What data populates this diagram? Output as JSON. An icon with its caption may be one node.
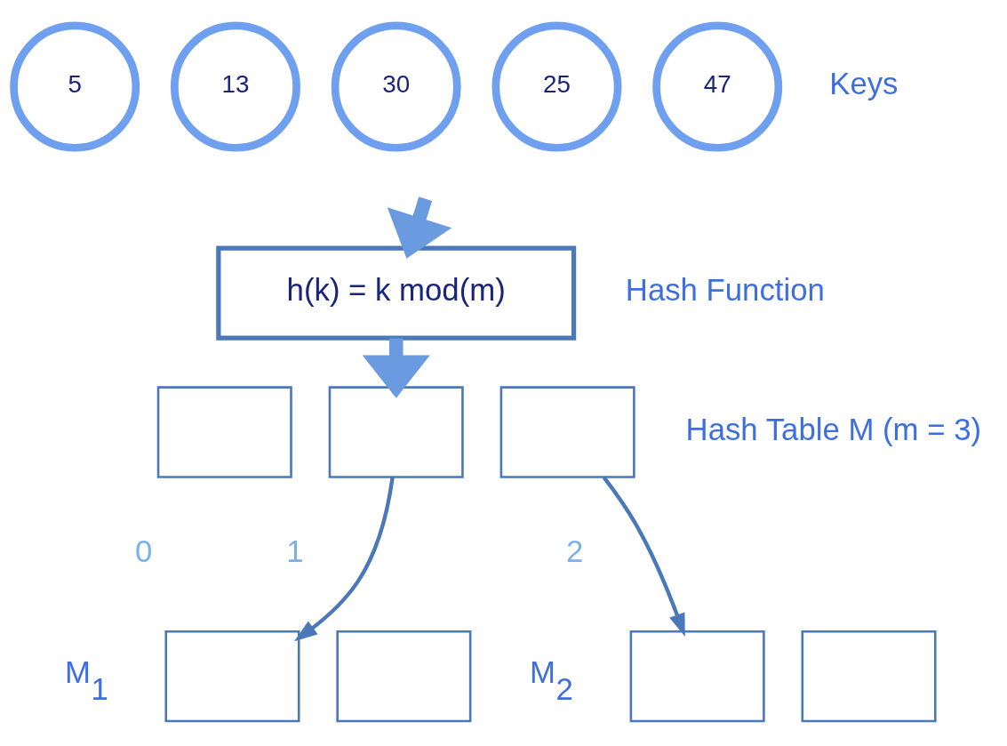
{
  "diagram": {
    "nodes": [
      {
        "text": [
          "5"
        ]
      },
      {
        "text": [
          "13"
        ]
      },
      {
        "text": [
          "30"
        ]
      },
      {
        "text": [
          "25"
        ]
      },
      {
        "text": [
          "47"
        ]
      },
      {
        "text": [
          "h(k) = k mod(m)"
        ]
      },
      {
        "text": [],
        "shape": "box"
      },
      {
        "text": [],
        "shape": "box"
      },
      {
        "text": [],
        "shape": "box"
      },
      {
        "text": [],
        "shape": "box"
      },
      {
        "text": [],
        "shape": "box"
      },
      {
        "text": [],
        "shape": "box"
      },
      {
        "text": [],
        "shape": "box"
      }
    ],
    "edges": [
      {
        "from": null,
        "to": 5,
        "arrow": "to",
        "style": "thick"
      },
      {
        "from": 5,
        "to": 7,
        "arrow": "to",
        "style": "thick"
      },
      {
        "from": 7,
        "to": 9,
        "arrow": "to"
      },
      {
        "from": 8,
        "to": 11,
        "arrow": "to"
      }
    ],
    "labels": [
      "Keys",
      "Hash Function",
      "Hash Table M (m = 3)",
      "0",
      "1",
      "2",
      "M$_{1}$",
      "M$_{2}$"
    ]
  }
}
